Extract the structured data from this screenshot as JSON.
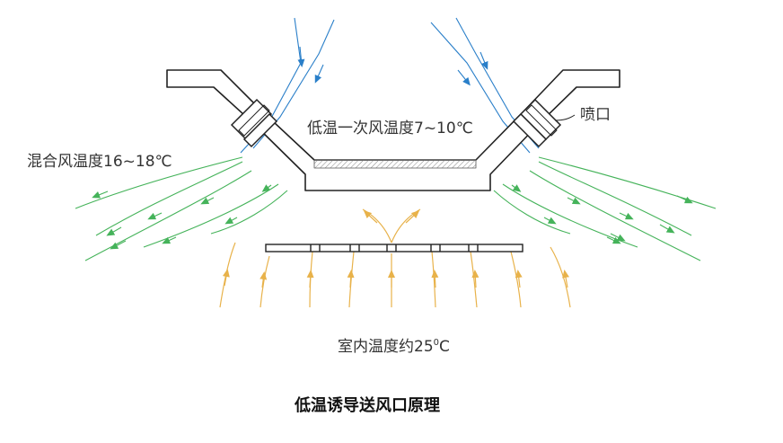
{
  "labels": {
    "primary_air": "低温一次风温度7~10℃",
    "nozzle": "喷口",
    "mixed_air": "混合风温度16~18℃",
    "room_temp_prefix": "室内温度约25",
    "room_temp_sup": "0",
    "room_temp_unit": "C",
    "caption": "低温诱导送风口原理"
  },
  "colors": {
    "primary_air_flow": "#2a7fc9",
    "induced_air_flow": "#e8b24a",
    "mixed_air_flow": "#45b35a",
    "outline": "#222222",
    "duct_fill": "#ffffff"
  }
}
